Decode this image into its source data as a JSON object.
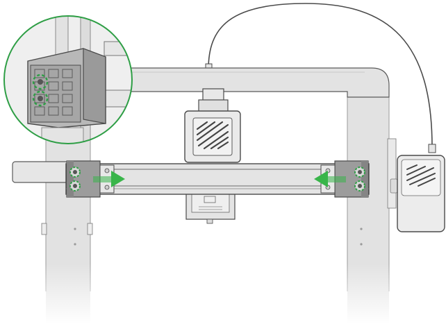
{
  "colors": {
    "frame_fill": "#dedede",
    "frame_dark": "#c9c9c9",
    "frame_light": "#eeeeee",
    "outline": "#4a4a4a",
    "block_fill": "#9a9a9a",
    "block_dark": "#7f7f7f",
    "highlight_green": "#2e9e45",
    "arrow_green": "#39b54a",
    "background": "#ffffff"
  },
  "icons": {
    "arrow_left": "arrow-left-icon",
    "arrow_right": "arrow-right-icon",
    "screw": "screw-icon",
    "magnifier": "magnifier-inset"
  },
  "markers": {
    "screw_pairs": 2,
    "direction_arrows": 2
  }
}
